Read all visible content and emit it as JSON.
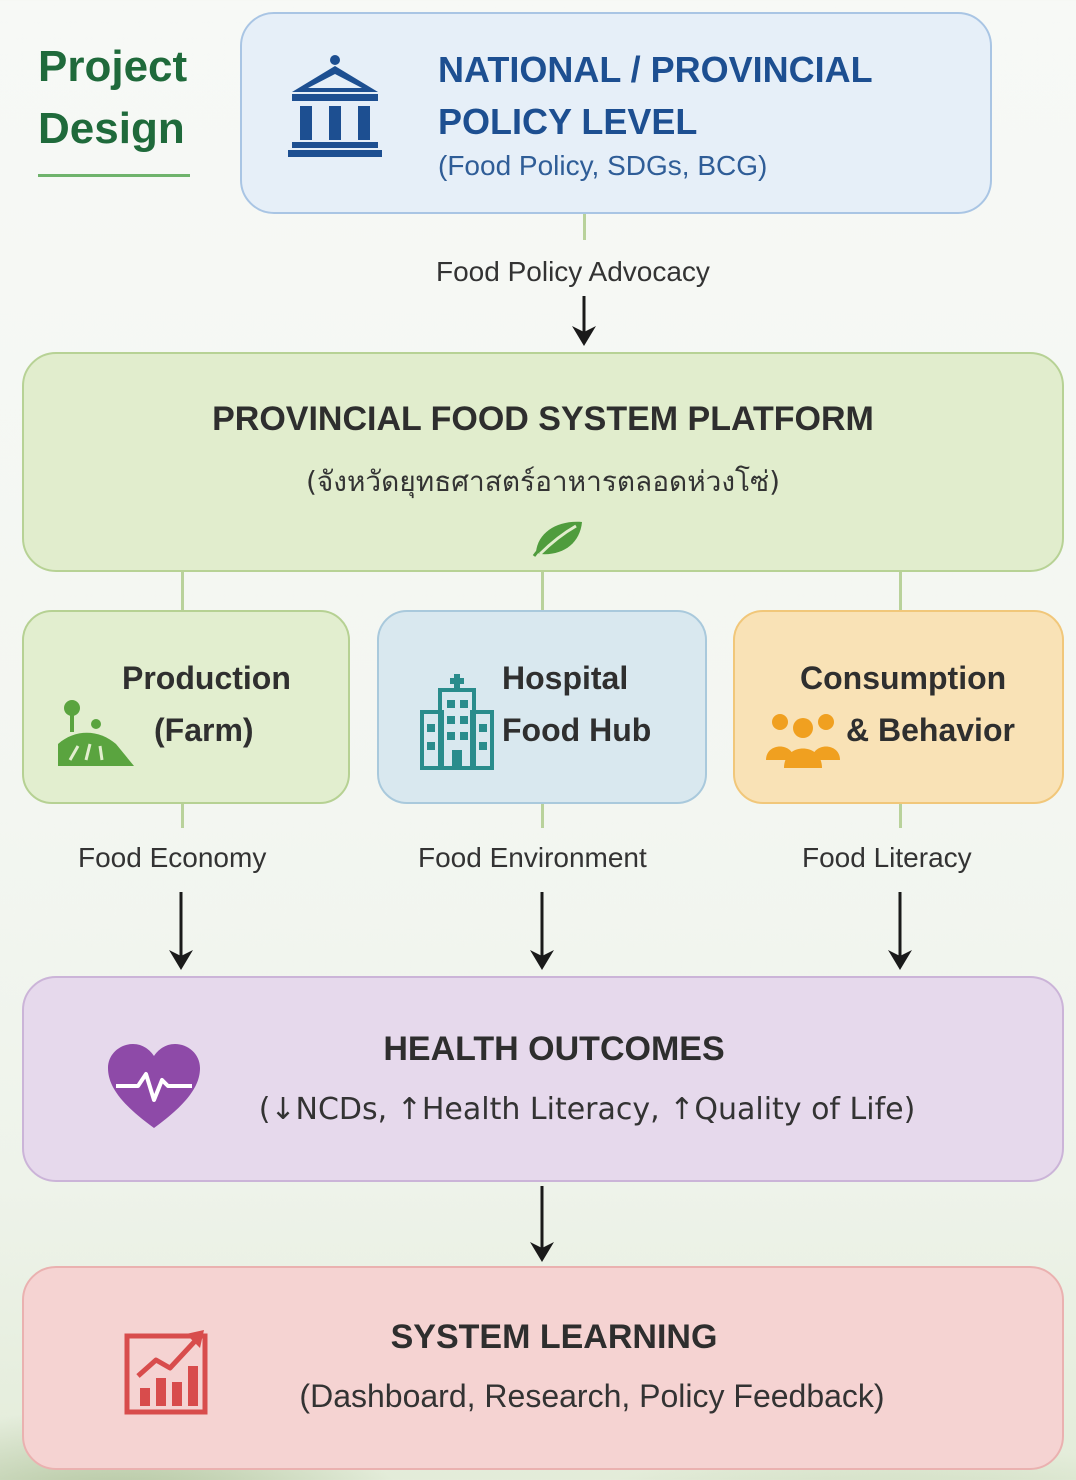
{
  "header": {
    "title_line1": "Project",
    "title_line2": "Design"
  },
  "policy_level": {
    "title_line1": "NATIONAL / PROVINCIAL",
    "title_line2": "POLICY LEVEL",
    "subtitle": "(Food Policy, SDGs, BCG)",
    "icon": "government-building-icon"
  },
  "connector_policy": "Food Policy Advocacy",
  "platform": {
    "title": "PROVINCIAL FOOD SYSTEM PLATFORM",
    "subtitle": "(จังหวัดยุทธศาสตร์อาหารตลอดห่วงโซ่)",
    "icon": "leaf-icon"
  },
  "pillars": [
    {
      "title_line1": "Production",
      "title_line2": "(Farm)",
      "icon": "farm-icon",
      "flow_label": "Food Economy"
    },
    {
      "title_line1": "Hospital",
      "title_line2": "Food Hub",
      "icon": "hospital-icon",
      "flow_label": "Food Environment"
    },
    {
      "title_line1": "Consumption",
      "title_line2": "& Behavior",
      "icon": "people-icon",
      "flow_label": "Food Literacy"
    }
  ],
  "health": {
    "title": "HEALTH OUTCOMES",
    "subtitle": "(↓NCDs, ↑Health Literacy, ↑Quality of Life)",
    "icon": "heart-pulse-icon"
  },
  "learning": {
    "title": "SYSTEM LEARNING",
    "subtitle": "(Dashboard, Research, Policy Feedback)",
    "icon": "growth-chart-icon"
  },
  "colors": {
    "brand_green": "#1f6a3b",
    "policy_blue": "#1d4f91",
    "platform_green": "#e1edcd",
    "hospital_blue": "#d9e8ef",
    "consumption_orange": "#f9e2b6",
    "health_purple": "#e6d9ec",
    "learning_red": "#f5d3d2"
  }
}
